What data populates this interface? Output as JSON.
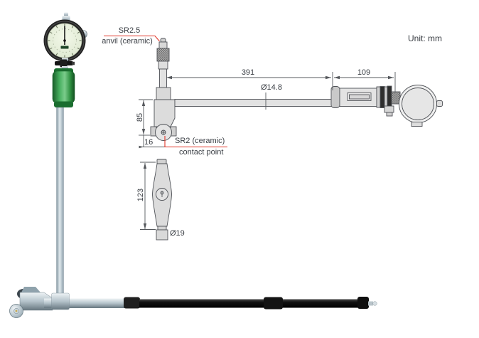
{
  "header": {
    "unit_label": "Unit: mm"
  },
  "callouts": {
    "anvil_title": "SR2.5",
    "anvil_subtitle": "anvil (ceramic)",
    "contact_title": "SR2 (ceramic)",
    "contact_subtitle": "contact point"
  },
  "dimensions": {
    "reach": "391",
    "grip_length": "109",
    "rod_diameter": "Ø14.8",
    "head_height": "85",
    "tip_offset": "16",
    "handle_length": "123",
    "handle_diameter": "Ø19"
  },
  "colors": {
    "accent_red": "#e03427",
    "text": "#3a3e44",
    "drawing_stroke": "#55585c",
    "grip_green": "#2f9a4b",
    "tube_black": "#141414"
  }
}
